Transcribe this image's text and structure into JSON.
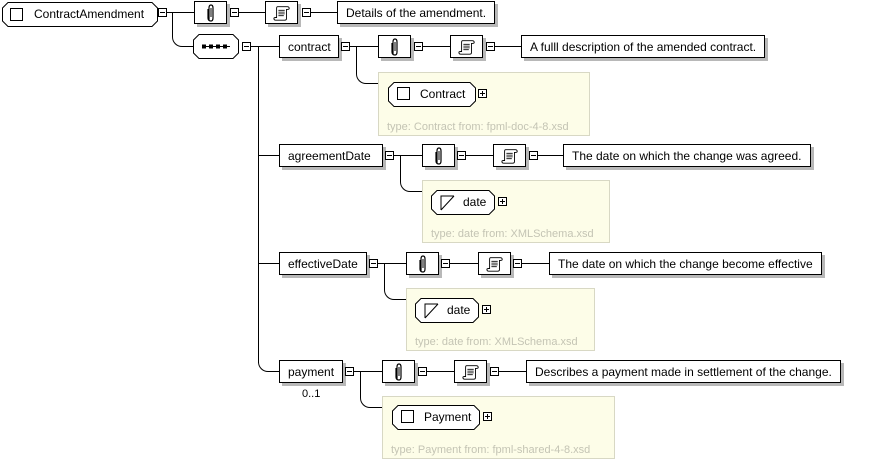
{
  "root": {
    "name": "ContractAmendment",
    "documentation": "Details of the amendment.",
    "compositor_icon": "sequence-icon"
  },
  "children": [
    {
      "name": "contract",
      "documentation": "A fulll description of the amended contract.",
      "type_name": "Contract",
      "type_kind": "complex",
      "type_info": "type: Contract from: fpml-doc-4-8.xsd",
      "occurrence": ""
    },
    {
      "name": "agreementDate",
      "documentation": "The date on which the change was agreed.",
      "type_name": "date",
      "type_kind": "simple",
      "type_info": "type: date from: XMLSchema.xsd",
      "occurrence": ""
    },
    {
      "name": "effectiveDate",
      "documentation": "The date on which the change become effective",
      "type_name": "date",
      "type_kind": "simple",
      "type_info": "type: date from: XMLSchema.xsd",
      "occurrence": ""
    },
    {
      "name": "payment",
      "documentation": "Describes a payment made in settlement of the change.",
      "type_name": "Payment",
      "type_kind": "complex",
      "type_info": "type: Payment from: fpml-shared-4-8.xsd",
      "occurrence": "0..1"
    }
  ],
  "colors": {
    "type_box_bg": "#fdfde8",
    "type_text": "#c4c4b4",
    "shadow": "#b8b8b8"
  }
}
